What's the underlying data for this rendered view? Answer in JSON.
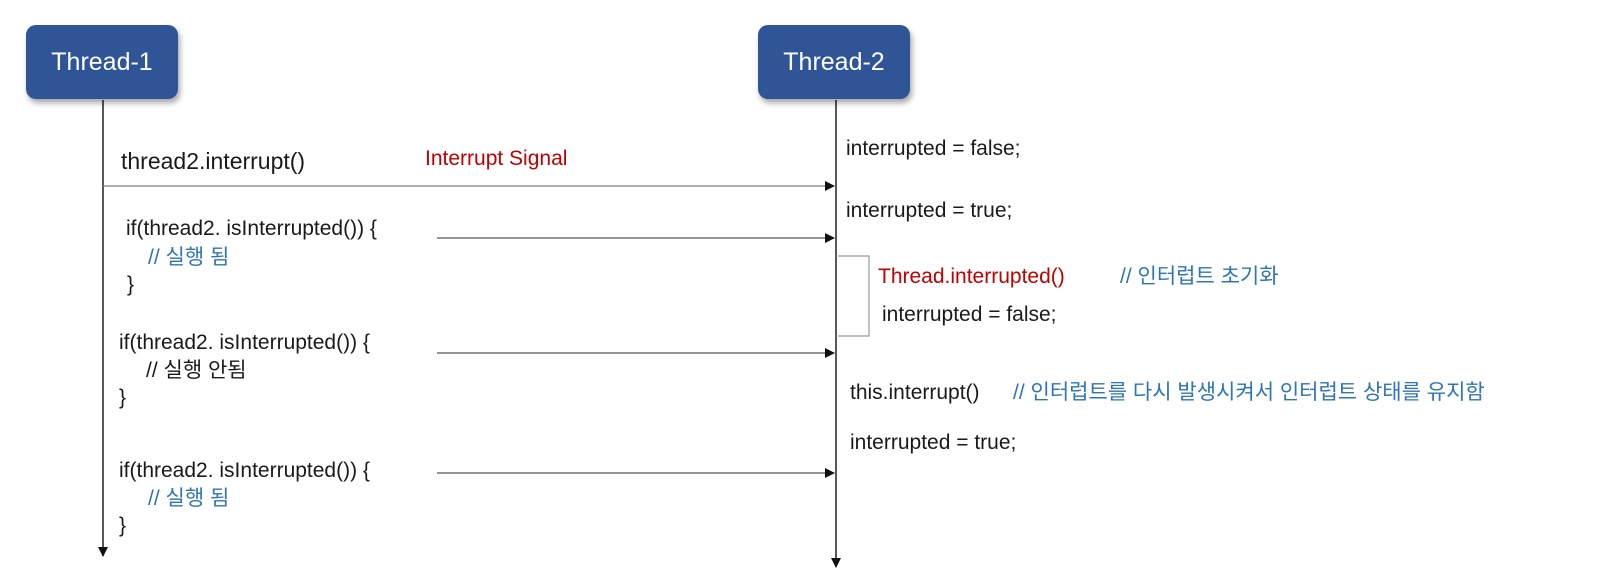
{
  "threads": {
    "t1": "Thread-1",
    "t2": "Thread-2"
  },
  "left": {
    "call": "thread2.interrupt()",
    "signal": "Interrupt Signal",
    "block1": {
      "if": "if(thread2. isInterrupted()) {",
      "comment": "// 실행 됨",
      "close": "}"
    },
    "block2": {
      "if": "if(thread2. isInterrupted()) {",
      "comment": "// 실행 안됨",
      "close": "}"
    },
    "block3": {
      "if": "if(thread2. isInterrupted()) {",
      "comment": "// 실행 됨",
      "close": "}"
    }
  },
  "right": {
    "state1": "interrupted = false;",
    "state2": "interrupted = true;",
    "reset_call": "Thread.interrupted()",
    "reset_comment": "// 인터럽트 초기화",
    "state3": "interrupted = false;",
    "reinterrupt_call": "this.interrupt()",
    "reinterrupt_comment": "// 인터럽트를 다시 발생시켜서 인터럽트 상태를 유지함",
    "state4": "interrupted = true;"
  },
  "colors": {
    "box": "#2f5597",
    "red": "#c00000",
    "blue": "#2e75b6",
    "line": "#7f7f7f"
  }
}
